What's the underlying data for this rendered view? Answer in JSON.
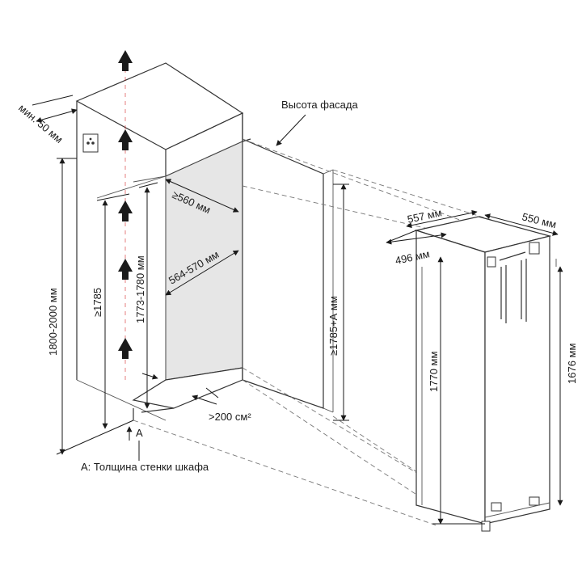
{
  "labels": {
    "min50": "мин. 50 мм",
    "height_range": "1800-2000 мм",
    "ge1785": "≥1785",
    "range1773": "1773-1780 мм",
    "ge560": "≥560 мм",
    "range564": "564-570 мм",
    "facade_height": "Высота фасада",
    "ge1785A": "≥1785+А мм",
    "vent": ">200 см²",
    "a_letter": "А",
    "a_caption": "А: Толщина стенки шкафа",
    "d557": "557 мм",
    "d550": "550 мм",
    "d496": "496 мм",
    "d1770": "1770 мм",
    "d1676": "1676 мм"
  },
  "icons": {
    "airflow": "up-arrow-icon",
    "socket": "power-socket-icon"
  },
  "colors": {
    "line": "#333333",
    "niche_fill": "#e6e6e6",
    "background": "#ffffff"
  }
}
